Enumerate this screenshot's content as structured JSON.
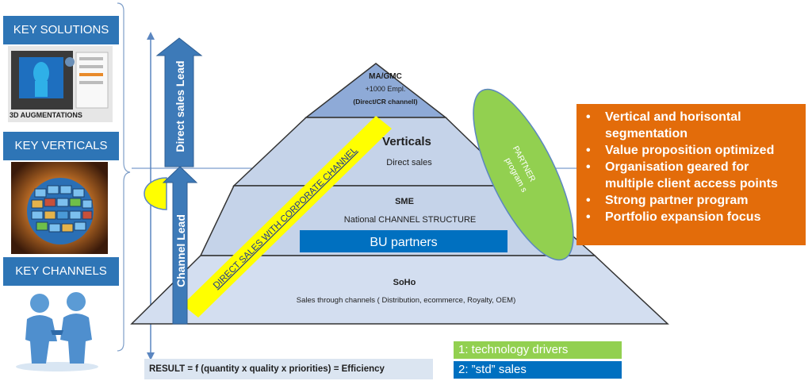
{
  "sidebar": {
    "key_solutions": "KEY SOLUTIONS",
    "augment_caption": "3D AUGMENTATIONS",
    "key_verticals": "KEY VERTICALS",
    "key_channels": "KEY CHANNELS"
  },
  "pyramid": {
    "tier_top_title": "MA/GMC",
    "tier_top_line2": "+1000 Empl.",
    "tier_top_line3": "(Direct/CR channell)",
    "tier2_title": "Verticals",
    "tier2_sub": "Direct sales",
    "tier3_title": "SME",
    "tier3_sub": "National CHANNEL STRUCTURE",
    "bu_partners": "BU partners",
    "tier4_title": "SoHo",
    "tier4_sub": "Sales through channels ( Distribution, ecommerce, Royalty, OEM)"
  },
  "arrows": {
    "direct_sales_lead": "Direct sales  Lead",
    "channel_lead": "Channel  Lead"
  },
  "banner": "DIRECT SALES WITH CORPORATE CHANNEL",
  "partner": {
    "line1": "PARTNER",
    "line2": "program s"
  },
  "bullets": [
    "Vertical and horisontal",
    "segmentation",
    "Value proposition optimized",
    "Organisation geared for",
    "multiple client access points",
    "Strong partner program",
    "Portfolio expansion focus"
  ],
  "result": "RESULT =   f (quantity x quality x priorities) = Efficiency",
  "legend": {
    "item1": "1: technology drivers",
    "item2": "2: ”std” sales"
  },
  "colors": {
    "key_box": "#2e75b6",
    "orange": "#e36c0a",
    "green": "#92d050",
    "legend_blue": "#0070c0",
    "arrow_blue": "#3d7ab8",
    "banner_yellow": "#ffff00"
  }
}
